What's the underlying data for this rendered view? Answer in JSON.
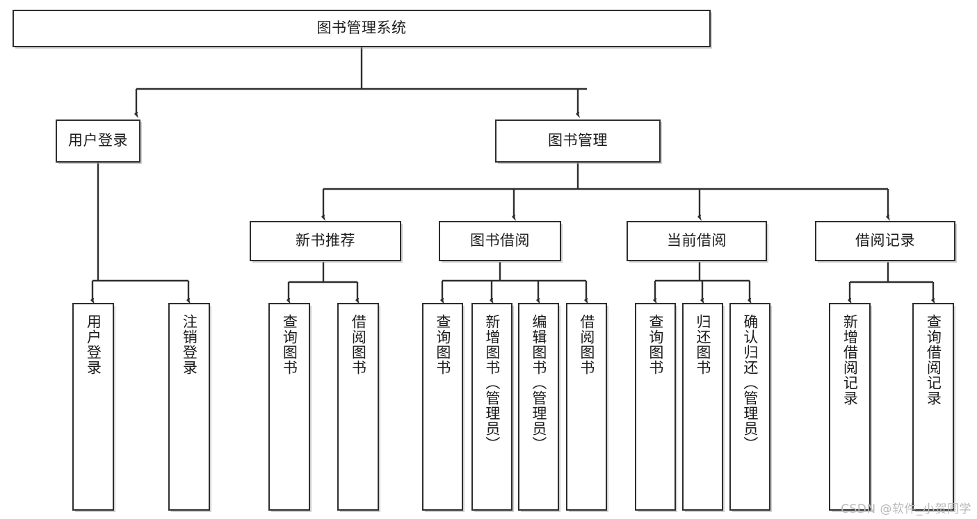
{
  "diagram": {
    "title": "图书管理系统",
    "watermark": "CSDN @软件_小贺同学",
    "background": "#ffffff",
    "stroke_color": "#2e2e2e",
    "text_color": "#1b1b1b",
    "watermark_color": "#b9b9b9",
    "type": "tree",
    "nodes": {
      "root": {
        "label": "图书管理系统"
      },
      "level2": [
        {
          "id": "user-login",
          "label": "用户登录"
        },
        {
          "id": "book-manage",
          "label": "图书管理"
        }
      ],
      "level3": [
        {
          "id": "new-book-recommend",
          "label": "新书推荐"
        },
        {
          "id": "book-borrow",
          "label": "图书借阅"
        },
        {
          "id": "current-borrow",
          "label": "当前借阅"
        },
        {
          "id": "borrow-record",
          "label": "借阅记录"
        }
      ],
      "leaves": {
        "user-login": [
          {
            "id": "leaf-user-login",
            "label": "用户登录"
          },
          {
            "id": "leaf-logout",
            "label": "注销登录"
          }
        ],
        "new-book-recommend": [
          {
            "id": "leaf-query-book-1",
            "label": "查询图书"
          },
          {
            "id": "leaf-borrow-book-1",
            "label": "借阅图书"
          }
        ],
        "book-borrow": [
          {
            "id": "leaf-query-book-2",
            "label": "查询图书"
          },
          {
            "id": "leaf-add-book",
            "label": "新增图书（管理员）"
          },
          {
            "id": "leaf-edit-book",
            "label": "编辑图书（管理员）"
          },
          {
            "id": "leaf-borrow-book-2",
            "label": "借阅图书"
          }
        ],
        "current-borrow": [
          {
            "id": "leaf-query-book-3",
            "label": "查询图书"
          },
          {
            "id": "leaf-return-book",
            "label": "归还图书"
          },
          {
            "id": "leaf-confirm-return",
            "label": "确认归还（管理员）"
          }
        ],
        "borrow-record": [
          {
            "id": "leaf-add-record",
            "label": "新增借阅记录"
          },
          {
            "id": "leaf-query-record",
            "label": "查询借阅记录"
          }
        ]
      }
    }
  }
}
